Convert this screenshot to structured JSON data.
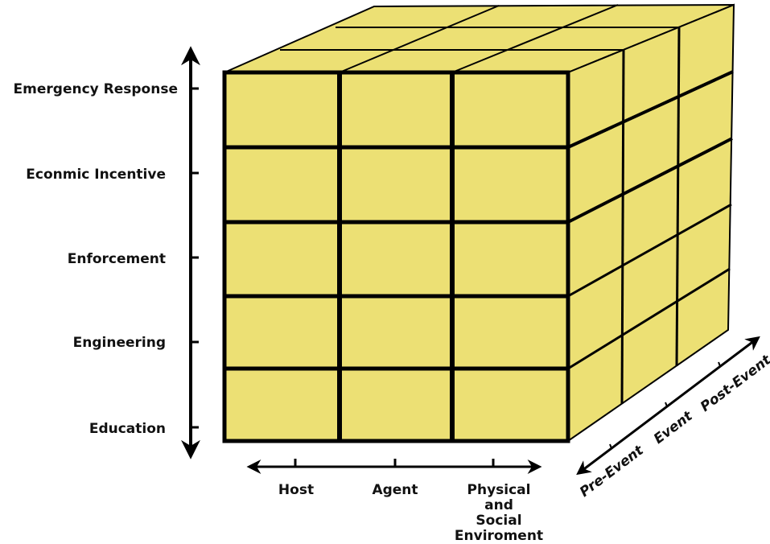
{
  "diagram": {
    "type": "3D matrix cube (Haddon Matrix extended)",
    "colors": {
      "cell_fill": "#ECE074",
      "line": "#000000",
      "background": "#ffffff"
    },
    "vertical_axis": {
      "direction": "bidirectional",
      "labels": [
        "Emergency Response",
        "Econmic Incentive",
        "Enforcement",
        "Engineering",
        "Education"
      ]
    },
    "horizontal_axis": {
      "direction": "bidirectional",
      "labels": [
        "Host",
        "Agent",
        "Physical and Social Enviroment"
      ],
      "label_lines": {
        "physical": [
          "Physical",
          "and",
          "Social",
          "Enviroment"
        ]
      }
    },
    "depth_axis": {
      "direction": "bidirectional",
      "labels": [
        "Pre-Event",
        "Event",
        "Post-Event"
      ]
    },
    "grid": {
      "rows": 5,
      "columns": 3,
      "depth": 3
    }
  }
}
